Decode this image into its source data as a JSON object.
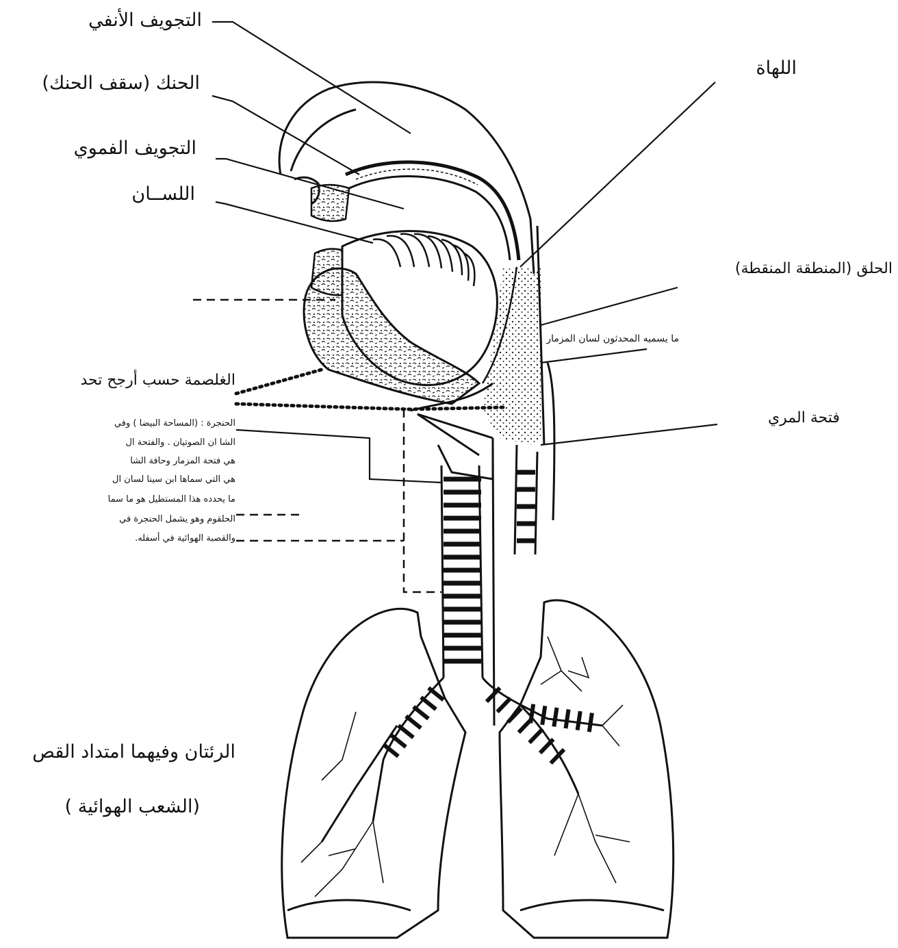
{
  "labels": {
    "nasal_cavity": "التجويف الأنفي",
    "palate": "الحنك (سقف الحنك)",
    "oral_cavity": "التجويف الفموي",
    "tongue": "اللســان",
    "uvula": "اللهاة",
    "pharynx": "الحلق (المنطقة المنقطة)",
    "epiglottis": "ما يسميه المحدثون لسان المزمار",
    "glottis": "الغلصمة حسب أرجح تحد",
    "esophagus": "فتحة المري",
    "lungs": "الرئتان وفيهما امتداد القص",
    "bronchi": "(الشعب الهوائية )"
  },
  "larynx_note": [
    "الحنجرة : (المساحة البيضا ) وفي",
    "الشا ان الصوتيان . والفتحة ال",
    "هي فتحة المزمار وحافة الشا",
    "هي التي سماها ابن سينا لسان ال",
    "ما يحدده هذا المستطيل هو ما سما",
    "الحلقوم وهو يشمل الحنجرة في",
    "والقصبة الهوائية في أسفله."
  ]
}
